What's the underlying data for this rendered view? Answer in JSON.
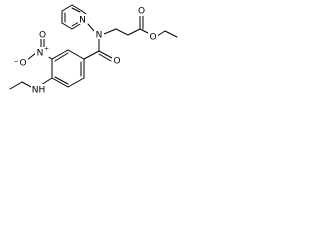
{
  "structure": {
    "atoms": {
      "pyridine_n": "N",
      "amide_n": "N",
      "amide_o": "O",
      "ester_o_carbonyl": "O",
      "ester_o_ether": "O",
      "nitro_n": "N",
      "nitro_charge_plus": "+",
      "nitro_o_left": "O",
      "nitro_charge_minus": "−",
      "nitro_o_top": "O",
      "amine_nh": "NH"
    }
  }
}
